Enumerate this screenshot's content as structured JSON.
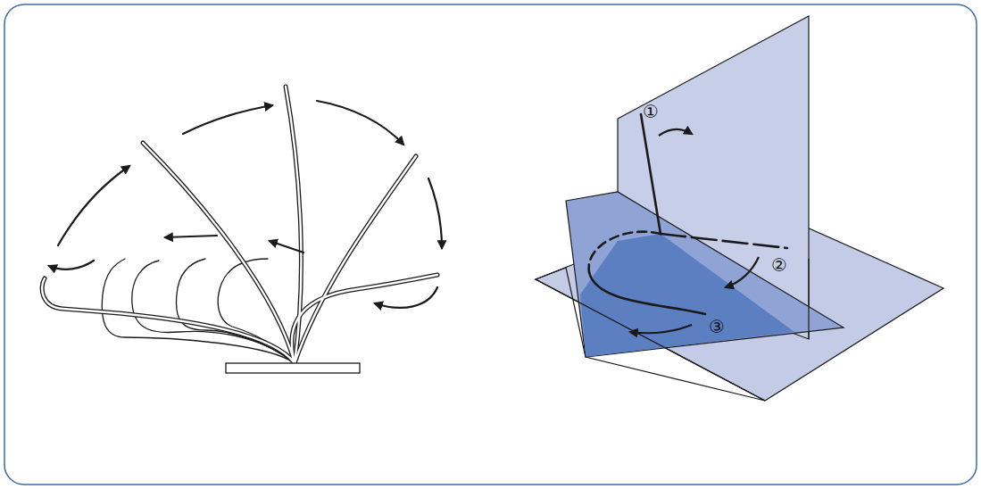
{
  "diagram": {
    "labels": [
      "①",
      "②",
      "③"
    ]
  }
}
